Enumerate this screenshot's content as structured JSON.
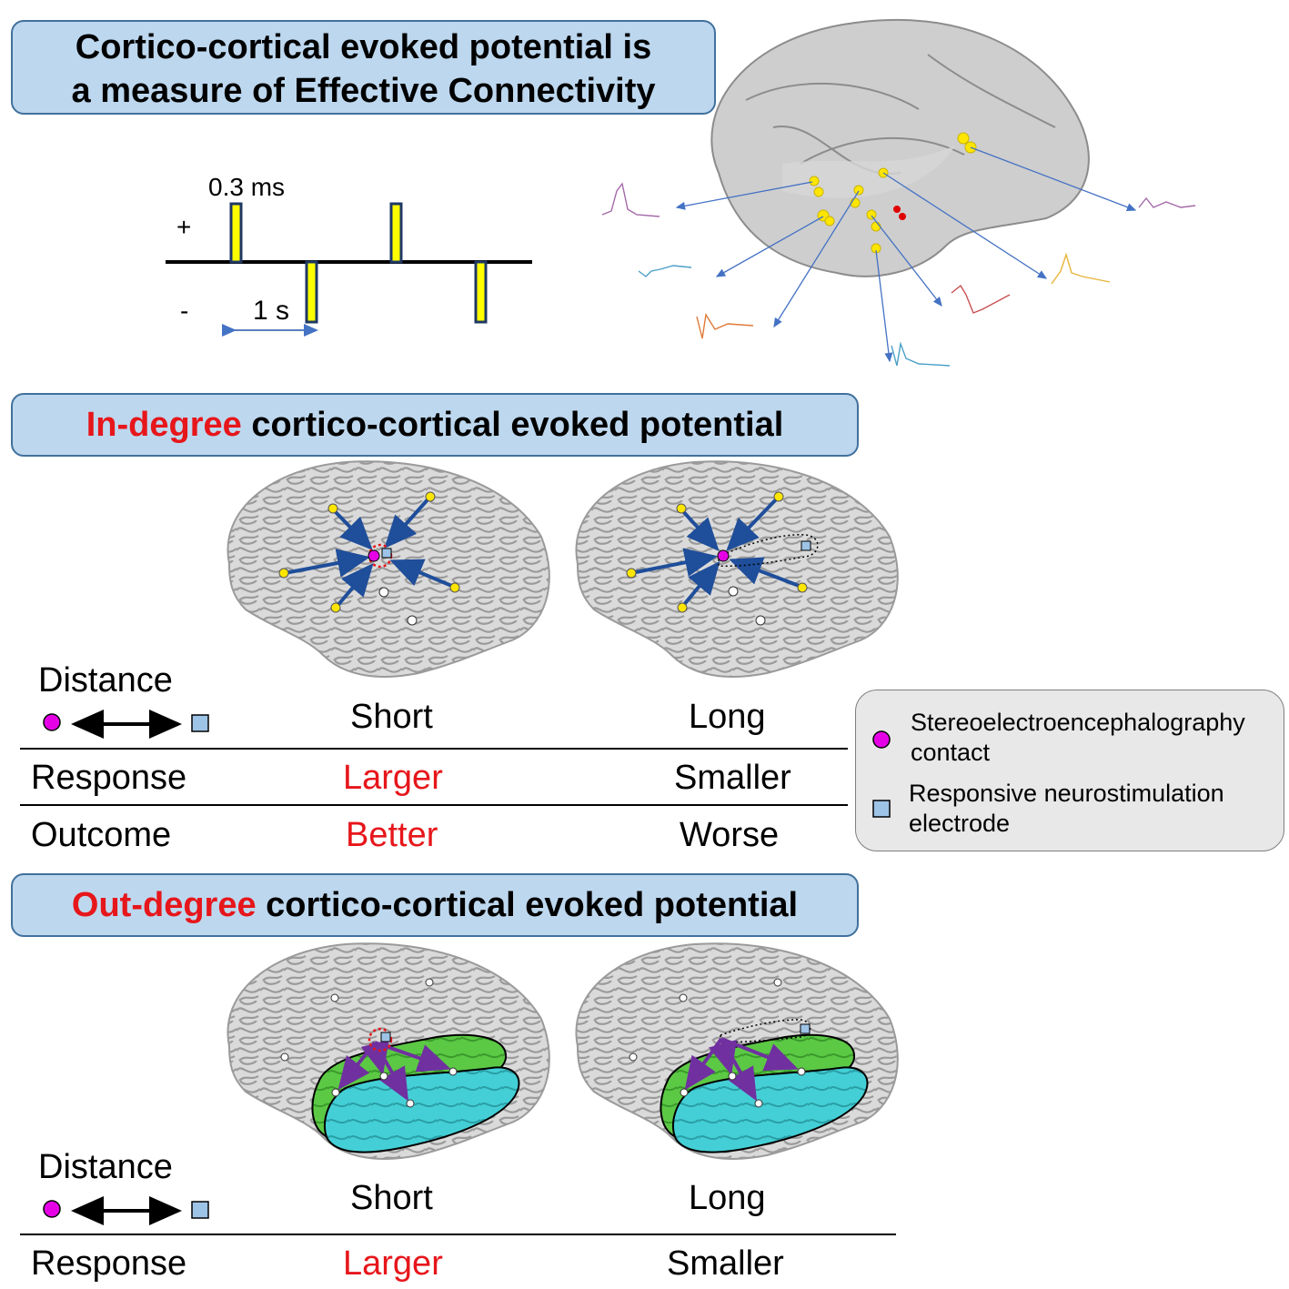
{
  "top_banner": {
    "line1": "Cortico-cortical evoked potential is",
    "line2": "a measure of Effective Connectivity"
  },
  "pulse_diagram": {
    "pulse_width": "0.3 ms",
    "plus": "+",
    "minus": "-",
    "interval": "1 s"
  },
  "in_degree": {
    "title_highlight": "In-degree",
    "title_rest": " cortico-cortical evoked potential",
    "table": {
      "distance_label": "Distance",
      "columns": [
        "Short",
        "Long"
      ],
      "rows": [
        {
          "label": "Response",
          "short": "Larger",
          "long": "Smaller"
        },
        {
          "label": "Outcome",
          "short": "Better",
          "long": "Worse"
        }
      ]
    }
  },
  "out_degree": {
    "title_highlight": "Out-degree",
    "title_rest": " cortico-cortical evoked potential",
    "table": {
      "distance_label": "Distance",
      "columns": [
        "Short",
        "Long"
      ],
      "rows": [
        {
          "label": "Response",
          "short": "Larger",
          "long": "Smaller"
        }
      ]
    }
  },
  "legend": {
    "items": [
      {
        "line1": "Stereoelectroencephalography",
        "line2": "contact",
        "icon": "magenta-circle"
      },
      {
        "line1": "Responsive neurostimulation",
        "line2": "electrode",
        "icon": "blue-square"
      }
    ]
  },
  "colors": {
    "highlight": "#e6161b",
    "banner": "#bdd7ee",
    "seeg": "#e600e6",
    "rns": "#9dc3e6",
    "arrow": "#1f4e9a",
    "out_arrow": "#7030a0",
    "green_region": "#5cc945",
    "cyan_region": "#44cfd6"
  }
}
